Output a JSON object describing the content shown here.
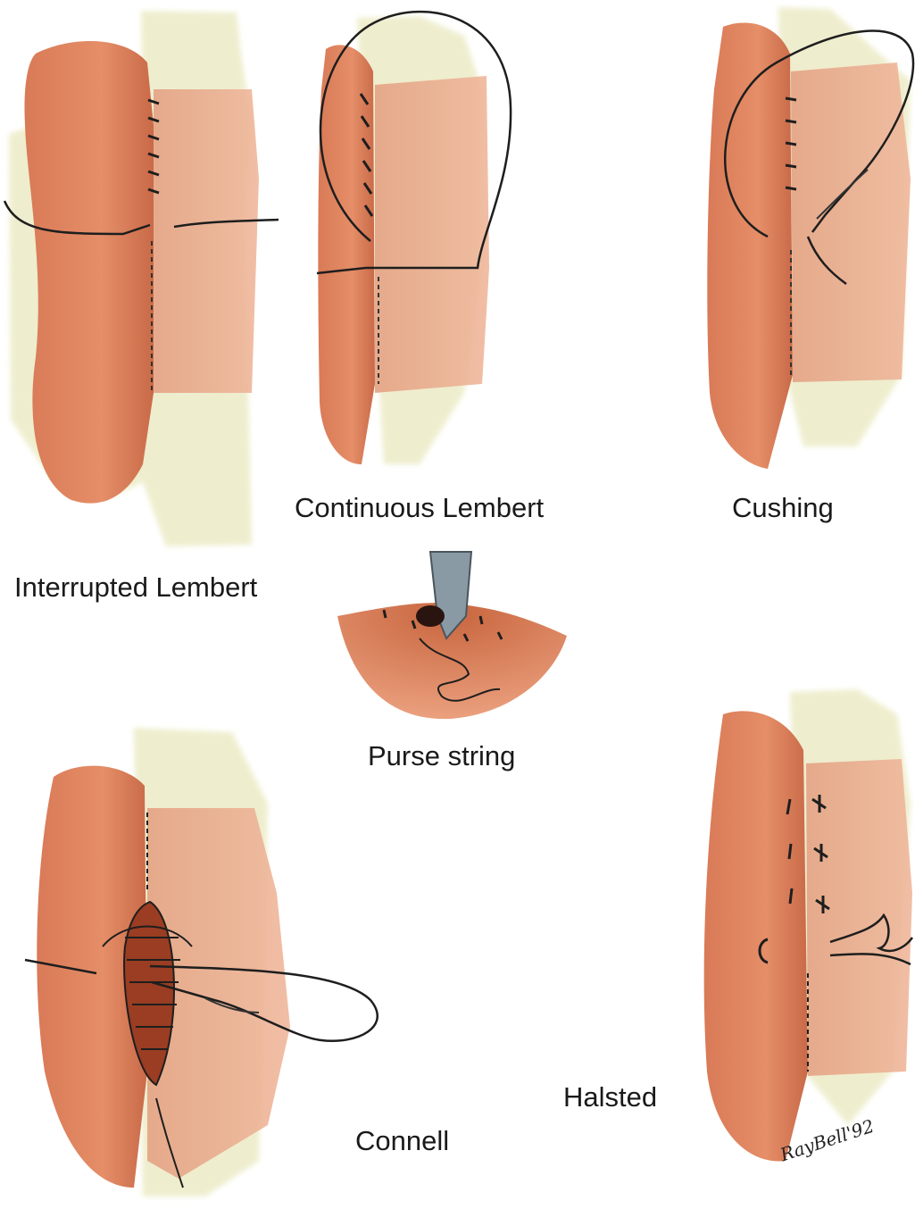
{
  "figure": {
    "labels": {
      "interrupted_lembert": "Interrupted Lembert",
      "continuous_lembert": "Continuous Lembert",
      "cushing": "Cushing",
      "purse_string": "Purse string",
      "connell": "Connell",
      "halsted": "Halsted"
    },
    "signature": "RayBell'92",
    "colors": {
      "bowel_pink": "#e89a78",
      "bowel_dark": "#d97a57",
      "bowel_light": "#edb094",
      "mesentery": "#ecebc6",
      "suture": "#1e1e1e"
    }
  }
}
